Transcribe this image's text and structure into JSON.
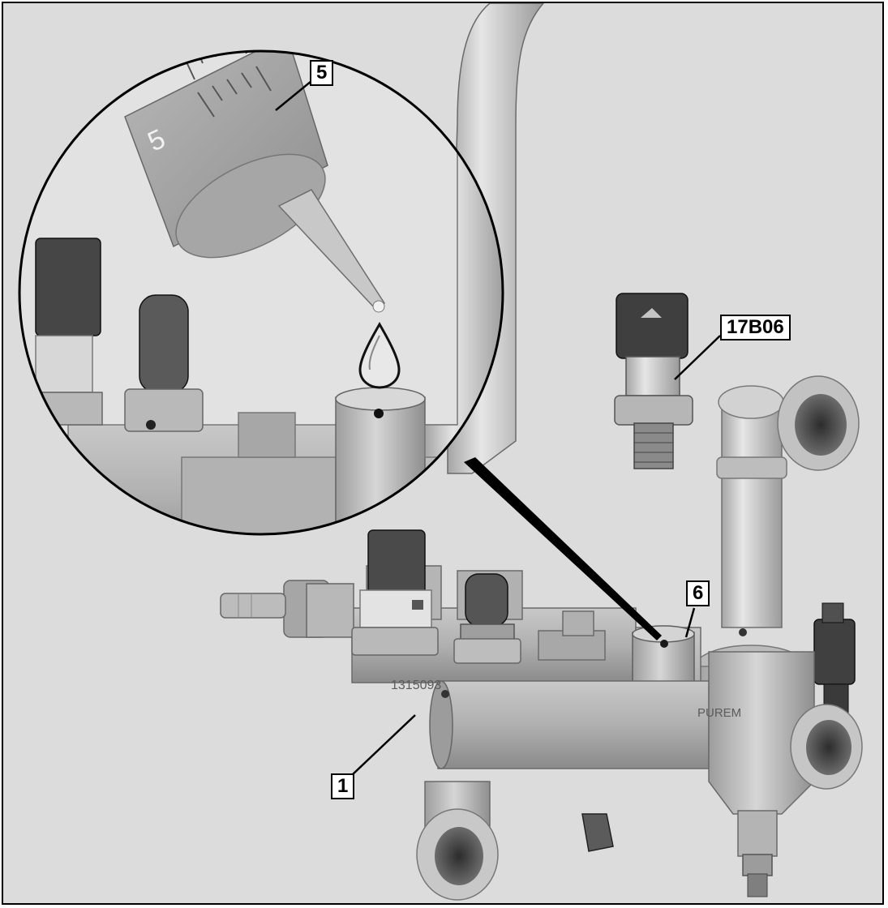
{
  "callouts": {
    "syringe": "5",
    "sensor": "17B06",
    "inspection_point": "6",
    "housing": "1"
  },
  "embossed": {
    "syringe_scale": "5",
    "housing_number": "1315093",
    "housing_mark": "PUREM"
  },
  "colors": {
    "background": "#dcdcdc",
    "metal_light": "#cfcfcf",
    "metal_mid": "#a9a9a9",
    "metal_dark": "#7a7a7a",
    "connector": "#4a4a4a",
    "outline": "#000000"
  }
}
